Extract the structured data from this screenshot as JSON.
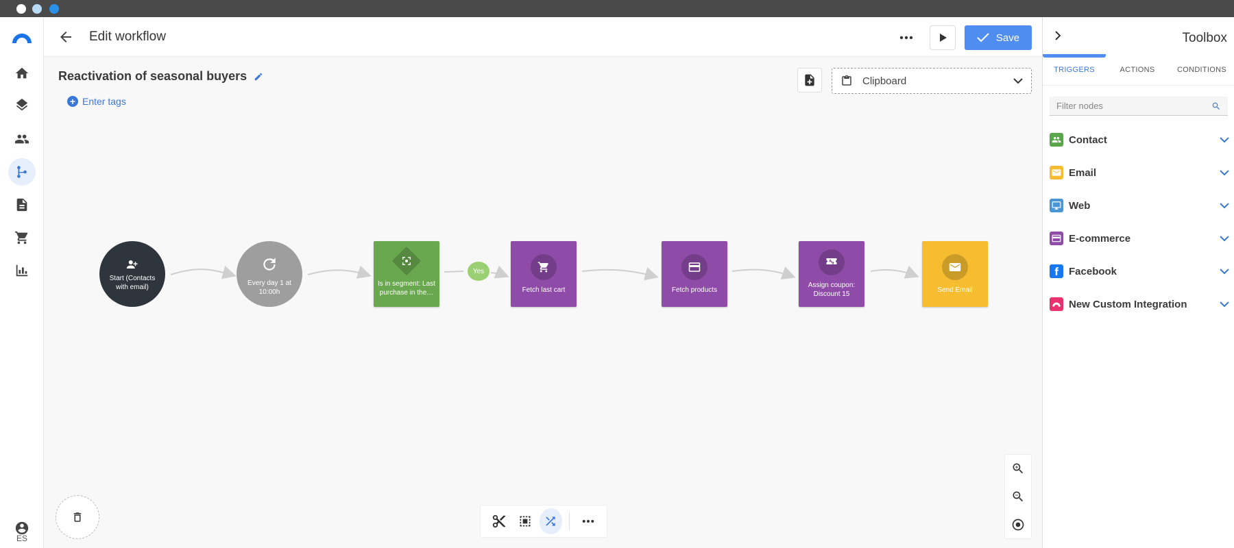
{
  "header": {
    "title": "Edit workflow",
    "save_label": "Save"
  },
  "workflow": {
    "name": "Reactivation of seasonal buyers",
    "tags_label": "Enter tags",
    "clipboard_label": "Clipboard"
  },
  "nodes": [
    {
      "label": "Start (Contacts with email)",
      "color": "#2f353c",
      "icon": "users-plus-icon"
    },
    {
      "label": "Every day 1 at 10:00h",
      "color": "#9e9e9e",
      "icon": "refresh-icon"
    },
    {
      "label": "Is in segment: Last purchase in the…",
      "color": "#6aa84f",
      "icon": "segment-icon"
    },
    {
      "label": "Fetch last cart",
      "color": "#8e4ba8",
      "icon": "cart-icon"
    },
    {
      "label": "Fetch products",
      "color": "#8e4ba8",
      "icon": "card-icon"
    },
    {
      "label": "Assign coupon: Discount 15",
      "color": "#8e4ba8",
      "icon": "coupon-icon"
    },
    {
      "label": "Send Email",
      "color": "#f6bd30",
      "icon": "email-icon"
    }
  ],
  "edge_labels": {
    "yes": "Yes"
  },
  "lang": "ES",
  "toolbox": {
    "title": "Toolbox",
    "tabs": [
      "TRIGGERS",
      "ACTIONS",
      "CONDITIONS"
    ],
    "active_tab": "TRIGGERS",
    "filter_placeholder": "Filter nodes",
    "categories": [
      {
        "label": "Contact",
        "color": "#5aa64b",
        "icon": "users-icon"
      },
      {
        "label": "Email",
        "color": "#f6bd30",
        "icon": "email-icon"
      },
      {
        "label": "Web",
        "color": "#4a95d4",
        "icon": "monitor-icon"
      },
      {
        "label": "E-commerce",
        "color": "#8e4ba8",
        "icon": "card-icon"
      },
      {
        "label": "Facebook",
        "color": "#1877f2",
        "icon": "facebook-icon"
      },
      {
        "label": "New Custom Integration",
        "color": "#e8336e",
        "icon": "integration-icon"
      }
    ]
  },
  "colors": {
    "accent": "#4f8ef0",
    "nav_active": "#3a77d8"
  }
}
